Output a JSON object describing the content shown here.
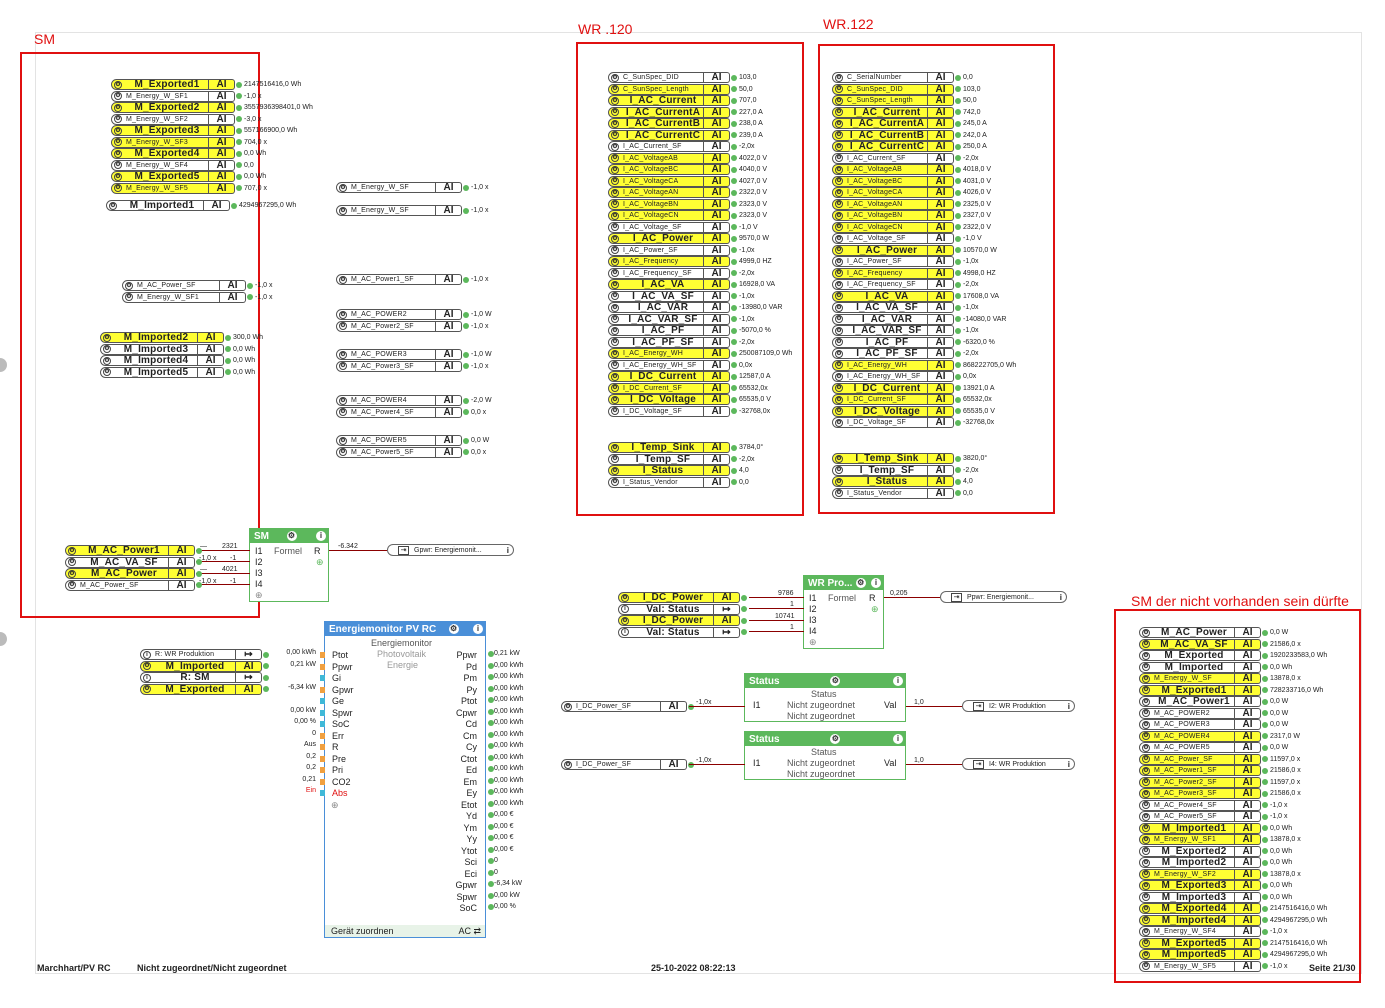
{
  "labels": {
    "sm": "SM",
    "wr120": "WR .120",
    "wr122": "WR.122",
    "sm_missing": "SM der nicht vorhanden sein dürfte"
  },
  "footer": {
    "left": "Marchhart/PV RC",
    "middle": "Nicht zugeordnet/Nicht zugeordnet",
    "date": "25-10-2022 08:22:13",
    "page": "Seite 21/30"
  },
  "sm_top": [
    {
      "l": "M_Exported1",
      "v": "2147516416,0 Wh",
      "h": 1,
      "s": 0
    },
    {
      "l": "M_Energy_W_SF1",
      "v": "-1,0 x",
      "h": 0,
      "s": 1
    },
    {
      "l": "M_Exported2",
      "v": "3557936398401,0 Wh",
      "h": 1,
      "s": 0
    },
    {
      "l": "M_Energy_W_SF2",
      "v": "-3,0 x",
      "h": 0,
      "s": 1
    },
    {
      "l": "M_Exported3",
      "v": "557166900,0 Wh",
      "h": 1,
      "s": 0
    },
    {
      "l": "M_Energy_W_SF3",
      "v": "704,0 x",
      "h": 1,
      "s": 1
    },
    {
      "l": "M_Exported4",
      "v": "0,0 Wh",
      "h": 1,
      "s": 0
    },
    {
      "l": "M_Energy_W_SF4",
      "v": "0,0",
      "h": 0,
      "s": 1
    },
    {
      "l": "M_Exported5",
      "v": "0,0 Wh",
      "h": 1,
      "s": 0
    },
    {
      "l": "M_Energy_W_SF5",
      "v": "707,0 x",
      "h": 1,
      "s": 1
    }
  ],
  "sm_imp1": [
    {
      "l": "M_Imported1",
      "v": "4294967295,0 Wh",
      "h": 0,
      "s": 0
    }
  ],
  "sm_mid": [
    {
      "l": "M_AC_Power_SF",
      "v": "-1,0 x",
      "h": 0,
      "s": 1
    },
    {
      "l": "M_Energy_W_SF1",
      "v": "-1,0 x",
      "h": 0,
      "s": 1
    }
  ],
  "sm_imp": [
    {
      "l": "M_Imported2",
      "v": "300,0 Wh",
      "h": 1,
      "s": 0
    },
    {
      "l": "M_Imported3",
      "v": "0,0 Wh",
      "h": 0,
      "s": 0
    },
    {
      "l": "M_Imported4",
      "v": "0,0 Wh",
      "h": 0,
      "s": 0
    },
    {
      "l": "M_Imported5",
      "v": "0,0 Wh",
      "h": 0,
      "s": 0
    }
  ],
  "sm_bottom": [
    {
      "l": "M_AC_Power1",
      "v": "",
      "h": 1,
      "s": 0
    },
    {
      "l": "M_AC_VA_SF",
      "v": "",
      "h": 0,
      "s": 0
    },
    {
      "l": "M_AC_Power",
      "v": "",
      "h": 1,
      "s": 0
    },
    {
      "l": "M_AC_Power_SF",
      "v": "",
      "h": 0,
      "s": 1
    }
  ],
  "mid_groups": [
    [
      {
        "l": "M_Energy_W_SF",
        "v": "-1,0 x",
        "h": 0,
        "s": 1
      }
    ],
    [
      {
        "l": "M_Energy_W_SF",
        "v": "-1,0 x",
        "h": 0,
        "s": 1
      }
    ],
    [
      {
        "l": "M_AC_Power1_SF",
        "v": "-1,0 x",
        "h": 0,
        "s": 1
      }
    ],
    [
      {
        "l": "M_AC_POWER2",
        "v": "-1,0 W",
        "h": 0,
        "s": 1
      },
      {
        "l": "M_AC_Power2_SF",
        "v": "-1,0 x",
        "h": 0,
        "s": 1
      }
    ],
    [
      {
        "l": "M_AC_POWER3",
        "v": "-1,0 W",
        "h": 0,
        "s": 1
      },
      {
        "l": "M_AC_Power3_SF",
        "v": "-1,0 x",
        "h": 0,
        "s": 1
      }
    ],
    [
      {
        "l": "M_AC_POWER4",
        "v": "-2,0 W",
        "h": 0,
        "s": 1
      },
      {
        "l": "M_AC_Power4_SF",
        "v": "0,0 x",
        "h": 0,
        "s": 1
      }
    ],
    [
      {
        "l": "M_AC_POWER5",
        "v": "0,0 W",
        "h": 0,
        "s": 1
      },
      {
        "l": "M_AC_Power5_SF",
        "v": "0,0 x",
        "h": 0,
        "s": 1
      }
    ]
  ],
  "wr120_main": [
    {
      "l": "C_SunSpec_DID",
      "v": "103,0",
      "h": 0,
      "s": 1
    },
    {
      "l": "C_SunSpec_Length",
      "v": "50,0",
      "h": 1,
      "s": 1
    },
    {
      "l": "I_AC_Current",
      "v": "707,0",
      "h": 1,
      "s": 0
    },
    {
      "l": "I_AC_CurrentA",
      "v": "227,0 A",
      "h": 1,
      "s": 0
    },
    {
      "l": "I_AC_CurrentB",
      "v": "238,0 A",
      "h": 1,
      "s": 0
    },
    {
      "l": "I_AC_CurrentC",
      "v": "239,0 A",
      "h": 1,
      "s": 0
    },
    {
      "l": "I_AC_Current_SF",
      "v": "-2,0x",
      "h": 0,
      "s": 1
    },
    {
      "l": "I_AC_VoltageAB",
      "v": "4022,0 V",
      "h": 1,
      "s": 1
    },
    {
      "l": "I_AC_VoltageBC",
      "v": "4040,0 V",
      "h": 1,
      "s": 1
    },
    {
      "l": "I_AC_VoltageCA",
      "v": "4027,0 V",
      "h": 1,
      "s": 1
    },
    {
      "l": "I_AC_VoltageAN",
      "v": "2322,0 V",
      "h": 1,
      "s": 1
    },
    {
      "l": "I_AC_VoltageBN",
      "v": "2323,0 V",
      "h": 1,
      "s": 1
    },
    {
      "l": "I_AC_VoltageCN",
      "v": "2323,0 V",
      "h": 1,
      "s": 1
    },
    {
      "l": "I_AC_Voltage_SF",
      "v": "-1,0 V",
      "h": 0,
      "s": 1
    },
    {
      "l": "I_AC_Power",
      "v": "9570,0 W",
      "h": 1,
      "s": 0
    },
    {
      "l": "I_AC_Power_SF",
      "v": "-1,0x",
      "h": 0,
      "s": 1
    },
    {
      "l": "I_AC_Frequency",
      "v": "4999,0 HZ",
      "h": 1,
      "s": 1
    },
    {
      "l": "I_AC_Frequency_SF",
      "v": "-2,0x",
      "h": 0,
      "s": 1
    },
    {
      "l": "I_AC_VA",
      "v": "16928,0 VA",
      "h": 1,
      "s": 0
    },
    {
      "l": "I_AC_VA_SF",
      "v": "-1,0x",
      "h": 0,
      "s": 0
    },
    {
      "l": "I_AC_VAR",
      "v": "-13980,0 VAR",
      "h": 0,
      "s": 0
    },
    {
      "l": "I_AC_VAR_SF",
      "v": "-1,0x",
      "h": 0,
      "s": 0
    },
    {
      "l": "I_AC_PF",
      "v": "-5070,0 %",
      "h": 0,
      "s": 0
    },
    {
      "l": "I_AC_PF_SF",
      "v": "-2,0x",
      "h": 0,
      "s": 0
    },
    {
      "l": "I_AC_Energy_WH",
      "v": "250087109,0 Wh",
      "h": 1,
      "s": 1
    },
    {
      "l": "I_AC_Energy_WH_SF",
      "v": "0,0x",
      "h": 0,
      "s": 1
    },
    {
      "l": "I_DC_Current",
      "v": "12587,0 A",
      "h": 1,
      "s": 0
    },
    {
      "l": "I_DC_Current_SF",
      "v": "65532,0x",
      "h": 1,
      "s": 1
    },
    {
      "l": "I_DC_Voltage",
      "v": "65535,0 V",
      "h": 1,
      "s": 0
    },
    {
      "l": "I_DC_Voltage_SF",
      "v": "-32768,0x",
      "h": 0,
      "s": 1
    }
  ],
  "wr120_temp": [
    {
      "l": "I_Temp_Sink",
      "v": "3784,0°",
      "h": 1,
      "s": 0
    },
    {
      "l": "I_Temp_SF",
      "v": "-2,0x",
      "h": 0,
      "s": 0
    },
    {
      "l": "I_Status",
      "v": "4,0",
      "h": 1,
      "s": 0
    },
    {
      "l": "I_Status_Vendor",
      "v": "0,0",
      "h": 0,
      "s": 1
    }
  ],
  "wr122_main": [
    {
      "l": "C_SerialNumber",
      "v": "0,0",
      "h": 0,
      "s": 1
    },
    {
      "l": "C_SunSpec_DID",
      "v": "103,0",
      "h": 1,
      "s": 1
    },
    {
      "l": "C_SunSpec_Length",
      "v": "50,0",
      "h": 1,
      "s": 1
    },
    {
      "l": "I_AC_Current",
      "v": "742,0",
      "h": 1,
      "s": 0
    },
    {
      "l": "I_AC_CurrentA",
      "v": "245,0 A",
      "h": 1,
      "s": 0
    },
    {
      "l": "I_AC_CurrentB",
      "v": "242,0 A",
      "h": 1,
      "s": 0
    },
    {
      "l": "I_AC_CurrentC",
      "v": "250,0 A",
      "h": 1,
      "s": 0
    },
    {
      "l": "I_AC_Current_SF",
      "v": "-2,0x",
      "h": 0,
      "s": 1
    },
    {
      "l": "I_AC_VoltageAB",
      "v": "4018,0 V",
      "h": 1,
      "s": 1
    },
    {
      "l": "I_AC_VoltageBC",
      "v": "4031,0 V",
      "h": 1,
      "s": 1
    },
    {
      "l": "I_AC_VoltageCA",
      "v": "4026,0 V",
      "h": 1,
      "s": 1
    },
    {
      "l": "I_AC_VoltageAN",
      "v": "2325,0 V",
      "h": 1,
      "s": 1
    },
    {
      "l": "I_AC_VoltageBN",
      "v": "2327,0 V",
      "h": 1,
      "s": 1
    },
    {
      "l": "I_AC_VoltageCN",
      "v": "2322,0 V",
      "h": 1,
      "s": 1
    },
    {
      "l": "I_AC_Voltage_SF",
      "v": "-1,0 V",
      "h": 0,
      "s": 1
    },
    {
      "l": "I_AC_Power",
      "v": "10570,0 W",
      "h": 1,
      "s": 0
    },
    {
      "l": "I_AC_Power_SF",
      "v": "-1,0x",
      "h": 0,
      "s": 1
    },
    {
      "l": "I_AC_Frequency",
      "v": "4998,0 HZ",
      "h": 1,
      "s": 1
    },
    {
      "l": "I_AC_Frequency_SF",
      "v": "-2,0x",
      "h": 0,
      "s": 1
    },
    {
      "l": "I_AC_VA",
      "v": "17608,0 VA",
      "h": 1,
      "s": 0
    },
    {
      "l": "I_AC_VA_SF",
      "v": "-1,0x",
      "h": 0,
      "s": 0
    },
    {
      "l": "I_AC_VAR",
      "v": "-14080,0 VAR",
      "h": 0,
      "s": 0
    },
    {
      "l": "I_AC_VAR_SF",
      "v": "-1,0x",
      "h": 0,
      "s": 0
    },
    {
      "l": "I_AC_PF",
      "v": "-6320,0 %",
      "h": 0,
      "s": 0
    },
    {
      "l": "I_AC_PF_SF",
      "v": "-2,0x",
      "h": 0,
      "s": 0
    },
    {
      "l": "I_AC_Energy_WH",
      "v": "868222705,0 Wh",
      "h": 1,
      "s": 1
    },
    {
      "l": "I_AC_Energy_WH_SF",
      "v": "0,0x",
      "h": 0,
      "s": 1
    },
    {
      "l": "I_DC_Current",
      "v": "13921,0 A",
      "h": 1,
      "s": 0
    },
    {
      "l": "I_DC_Current_SF",
      "v": "65532,0x",
      "h": 1,
      "s": 1
    },
    {
      "l": "I_DC_Voltage",
      "v": "65535,0 V",
      "h": 1,
      "s": 0
    },
    {
      "l": "I_DC_Voltage_SF",
      "v": "-32768,0x",
      "h": 0,
      "s": 1
    }
  ],
  "wr122_temp": [
    {
      "l": "I_Temp_Sink",
      "v": "3820,0°",
      "h": 1,
      "s": 0
    },
    {
      "l": "I_Temp_SF",
      "v": "-2,0x",
      "h": 0,
      "s": 0
    },
    {
      "l": "I_Status",
      "v": "4,0",
      "h": 1,
      "s": 0
    },
    {
      "l": "I_Status_Vendor",
      "v": "0,0",
      "h": 0,
      "s": 1
    }
  ],
  "smx": [
    {
      "l": "M_AC_Power",
      "v": "0,0 W",
      "h": 0,
      "s": 0
    },
    {
      "l": "M_AC_VA_SF",
      "v": "21586,0 x",
      "h": 1,
      "s": 0
    },
    {
      "l": "M_Exported",
      "v": "1920233583,0 Wh",
      "h": 0,
      "s": 0
    },
    {
      "l": "M_Imported",
      "v": "0,0 Wh",
      "h": 0,
      "s": 0
    },
    {
      "l": "M_Energy_W_SF",
      "v": "13878,0 x",
      "h": 1,
      "s": 1
    },
    {
      "l": "M_Exported1",
      "v": "728233716,0 Wh",
      "h": 1,
      "s": 0
    },
    {
      "l": "M_AC_Power1",
      "v": "0,0 W",
      "h": 0,
      "s": 0
    },
    {
      "l": "M_AC_POWER2",
      "v": "0,0 W",
      "h": 0,
      "s": 1
    },
    {
      "l": "M_AC_POWER3",
      "v": "0,0 W",
      "h": 0,
      "s": 1
    },
    {
      "l": "M_AC_POWER4",
      "v": "2317,0 W",
      "h": 1,
      "s": 1
    },
    {
      "l": "M_AC_POWER5",
      "v": "0,0 W",
      "h": 0,
      "s": 1
    },
    {
      "l": "M_AC_Power_SF",
      "v": "11597,0 x",
      "h": 1,
      "s": 1
    },
    {
      "l": "M_AC_Power1_SF",
      "v": "21586,0 x",
      "h": 1,
      "s": 1
    },
    {
      "l": "M_AC_Power2_SF",
      "v": "11597,0 x",
      "h": 1,
      "s": 1
    },
    {
      "l": "M_AC_Power3_SF",
      "v": "21586,0 x",
      "h": 1,
      "s": 1
    },
    {
      "l": "M_AC_Power4_SF",
      "v": "-1,0 x",
      "h": 0,
      "s": 1
    },
    {
      "l": "M_AC_Power5_SF",
      "v": "-1,0 x",
      "h": 0,
      "s": 1
    },
    {
      "l": "M_Imported1",
      "v": "0,0 Wh",
      "h": 1,
      "s": 0
    },
    {
      "l": "M_Energy_W_SF1",
      "v": "13878,0 x",
      "h": 1,
      "s": 1
    },
    {
      "l": "M_Exported2",
      "v": "0,0 Wh",
      "h": 0,
      "s": 0
    },
    {
      "l": "M_Imported2",
      "v": "0,0 Wh",
      "h": 0,
      "s": 0
    },
    {
      "l": "M_Energy_W_SF2",
      "v": "13878,0 x",
      "h": 1,
      "s": 1
    },
    {
      "l": "M_Exported3",
      "v": "0,0 Wh",
      "h": 1,
      "s": 0
    },
    {
      "l": "M_Imported3",
      "v": "0,0 Wh",
      "h": 0,
      "s": 0
    },
    {
      "l": "M_Exported4",
      "v": "2147516416,0 Wh",
      "h": 1,
      "s": 0
    },
    {
      "l": "M_Imported4",
      "v": "4294967295,0 Wh",
      "h": 1,
      "s": 0
    },
    {
      "l": "M_Energy_W_SF4",
      "v": "-1,0 x",
      "h": 0,
      "s": 1
    },
    {
      "l": "M_Exported5",
      "v": "2147516416,0 Wh",
      "h": 1,
      "s": 0
    },
    {
      "l": "M_Imported5",
      "v": "4294967295,0 Wh",
      "h": 1,
      "s": 0
    },
    {
      "l": "M_Energy_W_SF5",
      "v": "-1,0 x",
      "h": 0,
      "s": 1
    }
  ],
  "sm_block": {
    "title": "SM",
    "sub": "Formel",
    "out": "R",
    "inputs": [
      "I1",
      "I2",
      "I3",
      "I4"
    ],
    "in_vals": [
      "2321",
      "-1",
      "4021",
      "-1"
    ],
    "in_left": [
      "—",
      "-1,0 x",
      "—",
      "-1,0 x"
    ],
    "out_val": "-6.342",
    "target": "Gpwr: Energiemonit..."
  },
  "wr_block": {
    "title": "WR Pro...",
    "sub": "Formel",
    "out": "R",
    "inputs": [
      "I1",
      "I2",
      "I3",
      "I4"
    ],
    "in_vals": [
      "9786",
      "1",
      "10741",
      "1"
    ],
    "out_val": "0,205",
    "target": "Ppwr: Energiemonit...",
    "rows": [
      {
        "l": "I_DC_Power",
        "t": "AI",
        "h": 1,
        "s": 0
      },
      {
        "l": "Val: Status",
        "t": "↦",
        "h": 0,
        "s": 0
      },
      {
        "l": "I_DC_Power",
        "t": "AI",
        "h": 1,
        "s": 0
      },
      {
        "l": "Val: Status",
        "t": "↦",
        "h": 0,
        "s": 0
      }
    ]
  },
  "status1": {
    "title": "Status",
    "t1": "Status",
    "t2": "Nicht zugeordnet",
    "t3": "Nicht zugeordnet",
    "in": "I1",
    "out": "Val",
    "src": "I_DC_Power_SF",
    "src_v": "-1,0x",
    "out_v": "1,0",
    "target": "I2: WR Produktion"
  },
  "status2": {
    "title": "Status",
    "t1": "Status",
    "t2": "Nicht zugeordnet",
    "t3": "Nicht zugeordnet",
    "in": "I1",
    "out": "Val",
    "src": "I_DC_Power_SF",
    "src_v": "-1,0x",
    "out_v": "1,0",
    "target": "I4: WR Produktion"
  },
  "energy": {
    "title": "Energiemonitor PV RC",
    "s1": "Energiemonitor",
    "s2": "Photovoltaik",
    "s3": "Energie",
    "inputs": [
      "Ptot",
      "Ppwr",
      "Gi",
      "Gpwr",
      "Ge",
      "Spwr",
      "SoC",
      "Err",
      "R",
      "Pre",
      "Pri",
      "CO2",
      "Abs"
    ],
    "in_vals": [
      "0,00 kWh",
      "0,21 kW",
      "",
      "-6,34 kW",
      "",
      "0,00 kW",
      "0,00 %",
      "0",
      "Aus",
      "0,2",
      "0,2",
      "0,21",
      "Ein"
    ],
    "outputs": [
      "Ppwr",
      "Pd",
      "Pm",
      "Py",
      "Ptot",
      "Cpwr",
      "Cd",
      "Cm",
      "Cy",
      "Ctot",
      "Ed",
      "Em",
      "Ey",
      "Etot",
      "Yd",
      "Ym",
      "Yy",
      "Ytot",
      "Sci",
      "Eci",
      "Gpwr",
      "Spwr",
      "SoC"
    ],
    "out_vals": [
      "0,21 kW",
      "0,00 kWh",
      "0,00 kWh",
      "0,00 kWh",
      "0,00 kWh",
      "0,00 kWh",
      "0,00 kWh",
      "0,00 kWh",
      "0,00 kWh",
      "0,00 kWh",
      "0,00 kWh",
      "0,00 kWh",
      "0,00 kWh",
      "0,00 kWh",
      "0,00 €",
      "0,00 €",
      "0,00 €",
      "0,00 €",
      "0",
      "0",
      "-6,34 kW",
      "0,00 kW",
      "0,00 %"
    ],
    "footer": "Gerät zuordnen",
    "footer_r": "AC ⇄"
  },
  "energy_src": [
    {
      "l": "R: WR Produktion",
      "t": "↦",
      "h": 0,
      "s": 1
    },
    {
      "l": "M_Imported",
      "t": "AI",
      "h": 1,
      "s": 0
    },
    {
      "l": "R: SM",
      "t": "↦",
      "h": 0,
      "s": 0
    },
    {
      "l": "M_Exported",
      "t": "AI",
      "h": 1,
      "s": 0
    }
  ],
  "colors": {
    "accent_red": "#e01010",
    "highlight": "#ffff33",
    "block_green": "#5cb85c",
    "block_blue": "#4a8fd8"
  }
}
